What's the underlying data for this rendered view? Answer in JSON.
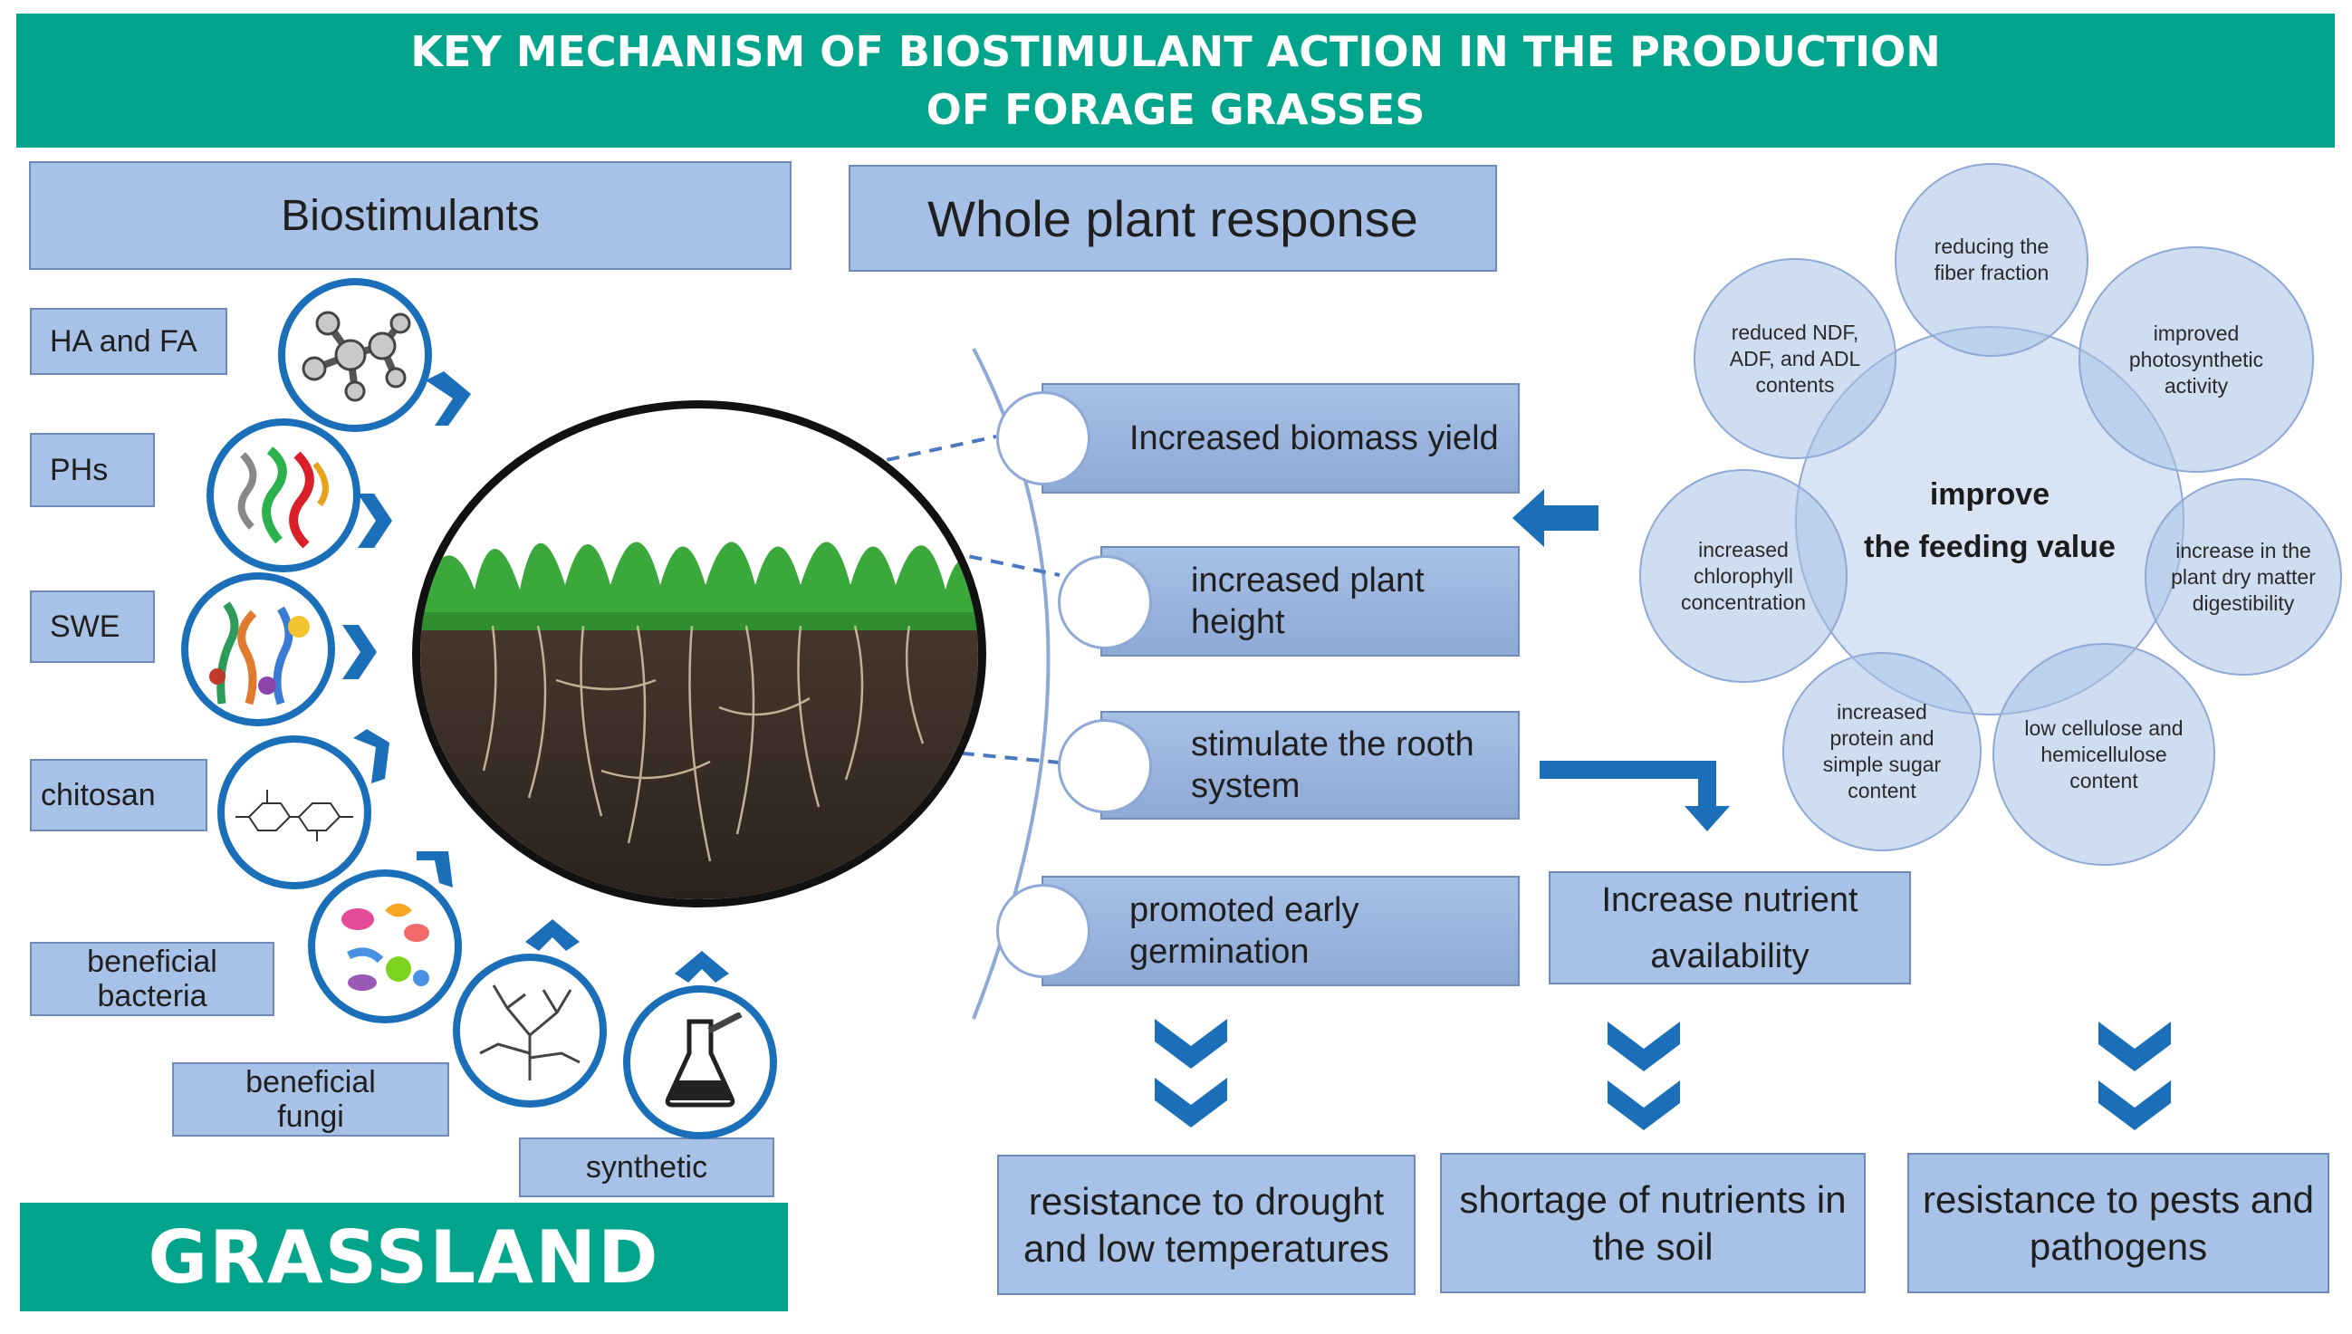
{
  "header": {
    "title_line1": "KEY MECHANISM OF BIOSTIMULANT ACTION IN THE PRODUCTION",
    "title_line2": "OF FORAGE GRASSES"
  },
  "left": {
    "title": "Biostimulants",
    "items": [
      {
        "label": "HA and FA",
        "icon": "molecule-icon"
      },
      {
        "label": "PHs",
        "icon": "protein-ribbon-icon"
      },
      {
        "label": "SWE",
        "icon": "seaweed-icon"
      },
      {
        "label": "chitosan",
        "icon": "chemical-structure-icon"
      },
      {
        "label": "beneficial bacteria",
        "icon": "bacteria-icon"
      },
      {
        "label": "beneficial fungi",
        "icon": "fungi-hyphae-icon"
      },
      {
        "label": "synthetic",
        "icon": "flask-icon"
      }
    ],
    "footer": "GRASSLAND"
  },
  "center": {
    "title": "Whole plant response",
    "responses": [
      "Increased biomass yield",
      "increased plant height",
      "stimulate the rooth system",
      "promoted early germination"
    ],
    "nutrient_box": "Increase nutrient availability"
  },
  "feeding": {
    "center_line1": "improve",
    "center_line2": "the feeding value",
    "bubbles": [
      "reducing the fiber fraction",
      "improved photosynthetic activity",
      "increase in the plant dry matter digestibility",
      "low cellulose and hemicellulose content",
      "increased protein and simple sugar content",
      "increased chlorophyll concentration",
      "reduced NDF, ADF, and ADL contents"
    ]
  },
  "outcomes": [
    "resistance to drought and low temperatures",
    "shortage of nutrients in the soil",
    "resistance to pests and pathogens"
  ],
  "colors": {
    "banner": "#02a58b",
    "box_fill": "#a8c1e6",
    "arrow_blue": "#1a6fb8",
    "bubble_fill": "#a8c1e6"
  }
}
